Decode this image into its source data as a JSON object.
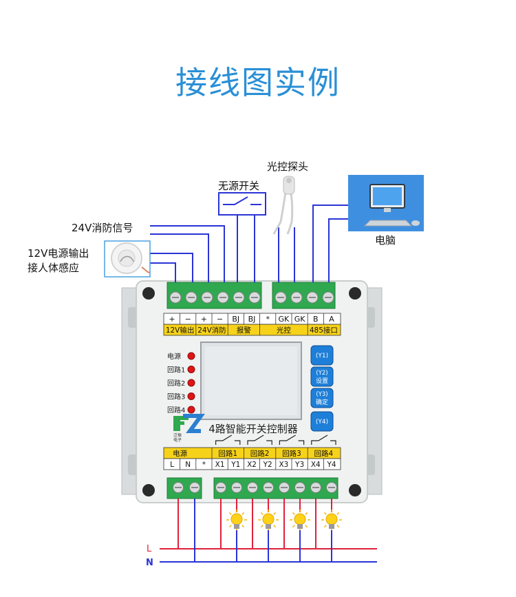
{
  "title": "接线图实例",
  "labels": {
    "sensor_light": "光控探头",
    "passive_switch": "无源开关",
    "fire_signal": "24V消防信号",
    "power_out_line1": "12V电源输出",
    "power_out_line2": "接人体感应",
    "computer": "电脑",
    "line_L": "L",
    "line_N": "N"
  },
  "device": {
    "name": "4路智能开关控制器",
    "logo_text_1": "泛振",
    "logo_text_2": "电子",
    "top_terminals": [
      "+",
      "−",
      "+",
      "−",
      "BJ",
      "BJ",
      "*",
      "GK",
      "GK",
      "B",
      "A"
    ],
    "top_groups": [
      "12V输出",
      "24V消防",
      "报警",
      "光控",
      "485接口"
    ],
    "leds": [
      "电源",
      "回路1",
      "回路2",
      "回路3",
      "回路4"
    ],
    "buttons": [
      {
        "line1": "(Y1)",
        "line2": ""
      },
      {
        "line1": "(Y2)",
        "line2": "设置"
      },
      {
        "line1": "(Y3)",
        "line2": "确定"
      },
      {
        "line1": "(Y4)",
        "line2": ""
      }
    ],
    "bottom_groups": [
      "电源",
      "回路1",
      "回路2",
      "回路3",
      "回路4"
    ],
    "bottom_terminals": [
      "L",
      "N",
      "*",
      "X1",
      "Y1",
      "X2",
      "Y2",
      "X3",
      "Y3",
      "X4",
      "Y4"
    ]
  },
  "colors": {
    "title": "#2a8fd6",
    "wire_blue": "#2a33d6",
    "wire_red": "#e0203a",
    "terminal_green": "#2fa84f",
    "label_strip": "#f7d21a",
    "lcd": "#dfe3e6",
    "button_blue": "#1e7fd8",
    "led_red": "#e01515",
    "monitor_bg": "#3f8fe0"
  }
}
